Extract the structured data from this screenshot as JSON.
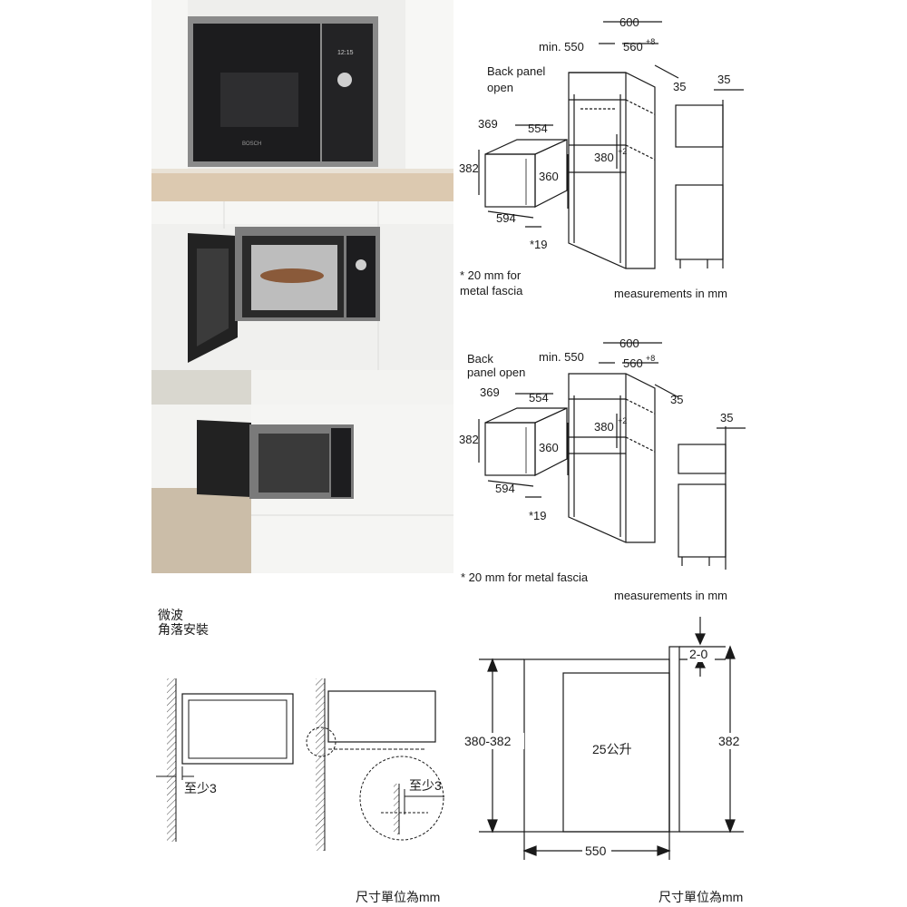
{
  "diagram_top": {
    "labels": {
      "width_600": "600",
      "min_550": "min. 550",
      "w_560": "560",
      "w_560_tol": "+8",
      "back_panel_line1": "Back panel",
      "back_panel_line2": "open",
      "gap_35_a": "35",
      "gap_35_b": "35",
      "depth_369": "369",
      "width_554": "554",
      "height_382": "382",
      "height_360": "360",
      "niche_380": "380",
      "niche_380_tol": "+2",
      "width_594": "594",
      "fascia_19": "*19",
      "footnote_line1": "* 20 mm for",
      "footnote_line2": "metal fascia",
      "units": "measurements in mm"
    }
  },
  "diagram_mid": {
    "labels": {
      "width_600": "600",
      "min_550": "min. 550",
      "w_560": "560",
      "w_560_tol": "+8",
      "back_panel_line1": "Back",
      "back_panel_line2": "panel open",
      "gap_35_a": "35",
      "gap_35_b": "35",
      "depth_369": "369",
      "width_554": "554",
      "height_382": "382",
      "height_360": "360",
      "niche_380": "380",
      "niche_380_tol": "+2",
      "width_594": "594",
      "fascia_19": "*19",
      "footnote": "* 20 mm for metal fascia",
      "units": "measurements in mm"
    }
  },
  "corner_install": {
    "title_line1": "微波",
    "title_line2": "角落安裝",
    "min_gap_left": "至少3",
    "min_gap_detail": "至少3",
    "units": "尺寸單位為mm"
  },
  "side_section": {
    "gap_label": "2-0",
    "niche_height": "380-382",
    "appliance_height": "382",
    "capacity": "25公升",
    "depth": "550",
    "units": "尺寸單位為mm"
  },
  "photos": {
    "photo1_display": "12:15",
    "brand": "BOSCH"
  },
  "colors": {
    "line": "#1a1a1a",
    "cabinet_white": "#f2f2f0",
    "appliance_black": "#1c1c1e",
    "stainless": "#a9a9a9",
    "wood": "#d9c8b0"
  }
}
